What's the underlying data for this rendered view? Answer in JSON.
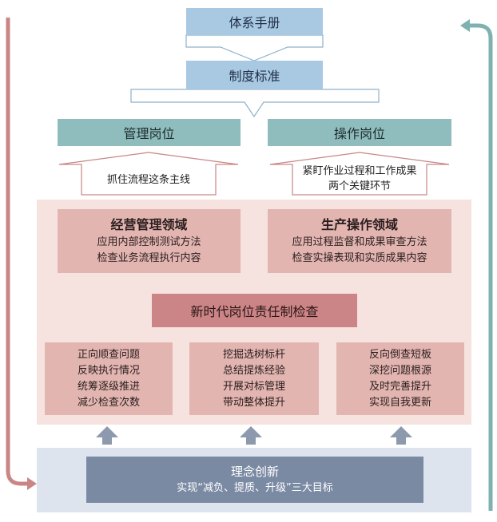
{
  "top": {
    "manual": "体系手册",
    "standard": "制度标准"
  },
  "posts": {
    "management": "管理岗位",
    "operation": "操作岗位",
    "management_focus": "抓住流程这条主线",
    "operation_focus_1": "紧盯作业过程和工作成果",
    "operation_focus_2": "两个关键环节"
  },
  "domains": {
    "management": {
      "title": "经营管理领域",
      "line1": "应用内部控制测试方法",
      "line2": "检查业务流程执行内容"
    },
    "production": {
      "title": "生产操作领域",
      "line1": "应用过程监督和成果审查方法",
      "line2": "检查实操表现和实质成果内容"
    }
  },
  "core": "新时代岗位责任制检查",
  "methods": [
    {
      "lines": [
        "正向顺查问题",
        "反映执行情况",
        "统筹逐级推进",
        "减少检查次数"
      ]
    },
    {
      "lines": [
        "挖掘选树标杆",
        "总结提炼经验",
        "开展对标管理",
        "带动整体提升"
      ]
    },
    {
      "lines": [
        "反向倒查短板",
        "深挖问题根源",
        "及时完善提升",
        "实现自我更新"
      ]
    }
  ],
  "innovation": {
    "title": "理念创新",
    "subtitle": "实现“减负、提质、升级”三大目标"
  },
  "colors": {
    "blue": "#a9c9e3",
    "teal": "#8fbcbd",
    "pink_panel": "#f6e3df",
    "rose": "#e2b5b1",
    "core": "#cc8587",
    "gray_panel": "#dde4ee",
    "slate": "#7b8aa3",
    "left_loop": "#c98686",
    "right_loop": "#7fb1b0"
  }
}
